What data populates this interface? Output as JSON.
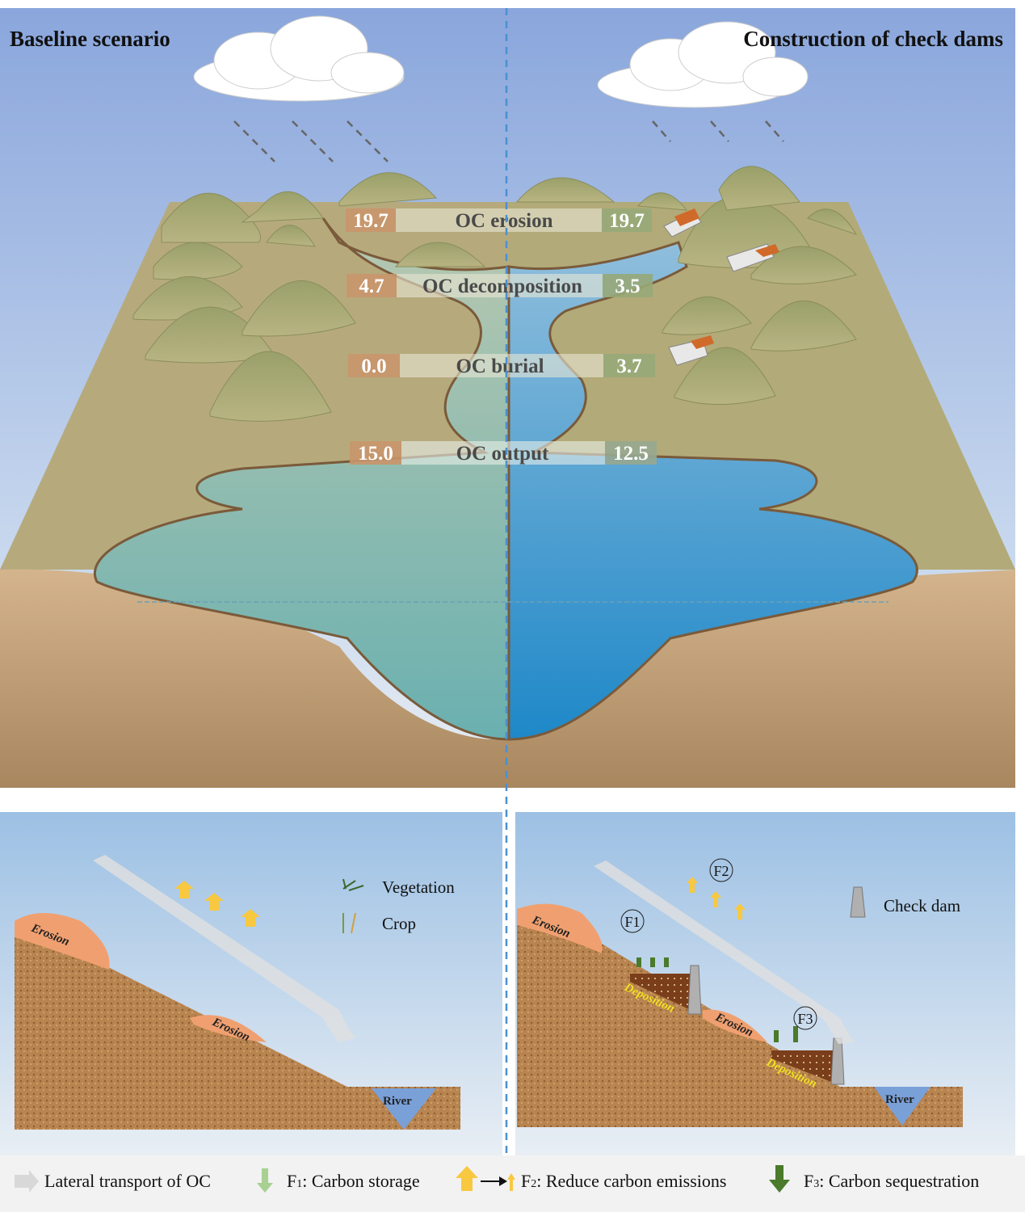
{
  "panels": {
    "left_title": "Baseline scenario",
    "right_title": "Construction of check dams"
  },
  "fluxes": [
    {
      "label": "OC erosion",
      "baseline": "19.7",
      "check_dams": "19.7"
    },
    {
      "label": "OC decomposition",
      "baseline": "4.7",
      "check_dams": "3.5"
    },
    {
      "label": "OC burial",
      "baseline": "0.0",
      "check_dams": "3.7"
    },
    {
      "label": "OC output",
      "baseline": "15.0",
      "check_dams": "12.5"
    }
  ],
  "colors": {
    "baseline": "#c9956b",
    "check_dams": "#97a878",
    "divider": "#4a90d0"
  },
  "bottom_left": {
    "erosion_1": "Erosion",
    "erosion_2": "Erosion",
    "river": "River",
    "legend_vegetation": "Vegetation",
    "legend_crop": "Crop"
  },
  "bottom_right": {
    "erosion_1": "Erosion",
    "erosion_2": "Erosion",
    "deposition_1": "Deposition",
    "deposition_2": "Deposition",
    "river": "River",
    "f1": "F1",
    "f2": "F2",
    "f3": "F3",
    "legend_check_dam": "Check dam"
  },
  "legend": {
    "lateral": "Lateral transport of OC",
    "f1_prefix": "F",
    "f1_sub": "1",
    "f1": ": Carbon storage",
    "f2_prefix": "F",
    "f2_sub": "2",
    "f2": ": Reduce carbon emissions",
    "f3_prefix": "F",
    "f3_sub": "3",
    "f3": ": Carbon sequestration"
  }
}
